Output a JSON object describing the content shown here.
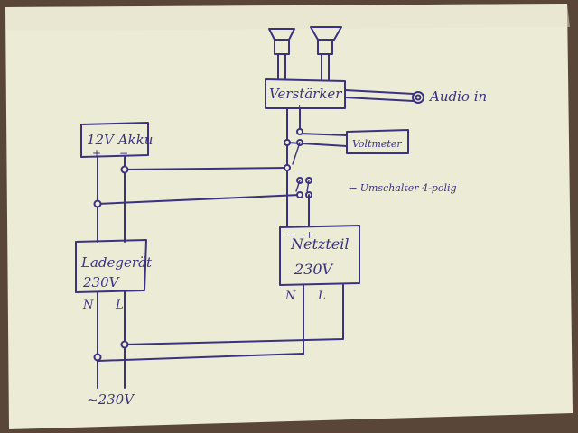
{
  "labels": {
    "amplifier": "Verstärker",
    "audio_in": "Audio in",
    "voltmeter": "Voltmeter",
    "battery": "12V Akku",
    "switch_note": "← Umschalter 4-polig",
    "charger_line1": "Ladegerät",
    "charger_line2": "230V",
    "psu_line1": "Netzteil",
    "psu_line2": "230V",
    "charger_n": "N",
    "charger_l": "L",
    "psu_n": "N",
    "psu_l": "L",
    "mains": "~230V",
    "plus": "+",
    "minus": "−"
  },
  "colors": {
    "ink": "#3b3280",
    "paper": "#f0efd9",
    "table": "#5a4638"
  }
}
